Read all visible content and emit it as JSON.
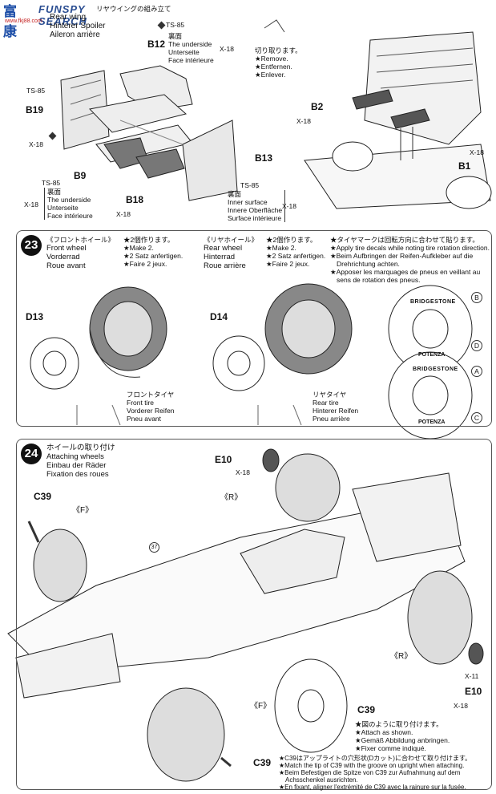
{
  "watermark": {
    "cn": "富康",
    "en": "FUNSPY SEARCH",
    "url": "www.fkj88.com"
  },
  "top": {
    "header_jp": "リヤウイングの組み立て",
    "title_lines": [
      "Rear wing",
      "Hinterer Spoiler",
      "Aileron arrière"
    ],
    "ts85_a": "TS-85",
    "ts85_b": "TS-85",
    "ts85_c": "TS-85",
    "b12": "B12",
    "b19": "B19",
    "b9": "B9",
    "b18": "B18",
    "b13": "B13",
    "b2": "B2",
    "b1": "B1",
    "underside_a": [
      "裏面",
      "The underside",
      "Unterseite",
      "Face intérieure"
    ],
    "underside_b": [
      "裏面",
      "The underside",
      "Unterseite",
      "Face intérieure"
    ],
    "inner": [
      "裏面",
      "Inner surface",
      "Innere Oberfläche",
      "Surface intérieure"
    ],
    "x18_a": "X-18",
    "x18_b": "X-18",
    "x18_c": "X-18",
    "x18_d": "X-18",
    "x18_e": "X-18",
    "x18_f": "X-18",
    "x18_g": "X-18",
    "remove": [
      "切り取ります。",
      "★Remove.",
      "★Entfernen.",
      "★Enlever."
    ]
  },
  "step23": {
    "num": "23",
    "front_title": [
      "《フロントホイール》",
      "Front wheel",
      "Vorderrad",
      "Roue avant"
    ],
    "front_make": [
      "★2個作ります。",
      "★Make 2.",
      "★2 Satz anfertigen.",
      "★Faire 2 jeux."
    ],
    "rear_title": [
      "《リヤホイール》",
      "Rear wheel",
      "Hinterrad",
      "Roue arrière"
    ],
    "rear_make": [
      "★2個作ります。",
      "★Make 2.",
      "★2 Satz anfertigen.",
      "★Faire 2 jeux."
    ],
    "decal_note": [
      "★タイヤマークは回転方向に合わせて貼ります。",
      "★Apply tire decals while noting tire rotation direction.",
      "★Beim Aufbringen der Reifen-Aufkleber auf die",
      "Drehrichtung achten.",
      "★Apposer les marquages de pneus en veillant au",
      "sens de rotation des pneus."
    ],
    "d13": "D13",
    "d14": "D14",
    "front_tire": [
      "フロントタイヤ",
      "Front tire",
      "Vorderer Reifen",
      "Pneu avant"
    ],
    "rear_tire": [
      "リヤタイヤ",
      "Rear tire",
      "Hinterer Reifen",
      "Pneu arrière"
    ],
    "mark_b": "B",
    "mark_d": "D",
    "mark_a": "A",
    "mark_c": "C",
    "brand": "BRIDGESTONE",
    "brand2": "POTENZA"
  },
  "step24": {
    "num": "24",
    "title": [
      "ホイールの取り付け",
      "Attaching wheels",
      "Einbau der Räder",
      "Fixation des roues"
    ],
    "e10_a": "E10",
    "e10_b": "E10",
    "x18_a": "X-18",
    "x18_b": "X-18",
    "x11": "X-11",
    "c39_a": "C39",
    "c39_b": "C39",
    "c39_c": "C39",
    "r_a": "《R》",
    "r_b": "《R》",
    "f_a": "《F》",
    "f_b": "《F》",
    "num37": "37",
    "attach": [
      "★図のように取り付けます。",
      "★Attach as shown.",
      "★Gemäß Abbildung anbringen.",
      "★Fixer comme indiqué."
    ],
    "note": [
      "★C39はアップライトの穴形状(Dカット)に合わせて取り付けます。",
      "★Match the tip of C39 with the groove on upright when attaching.",
      "★Beim Befestigen die Spitze von C39 zur Aufnahmung auf dem",
      "Achsschenkel ausrichten.",
      "★En fixant, aligner l'extrémité de C39 avec la rainure sur la fusée."
    ]
  }
}
